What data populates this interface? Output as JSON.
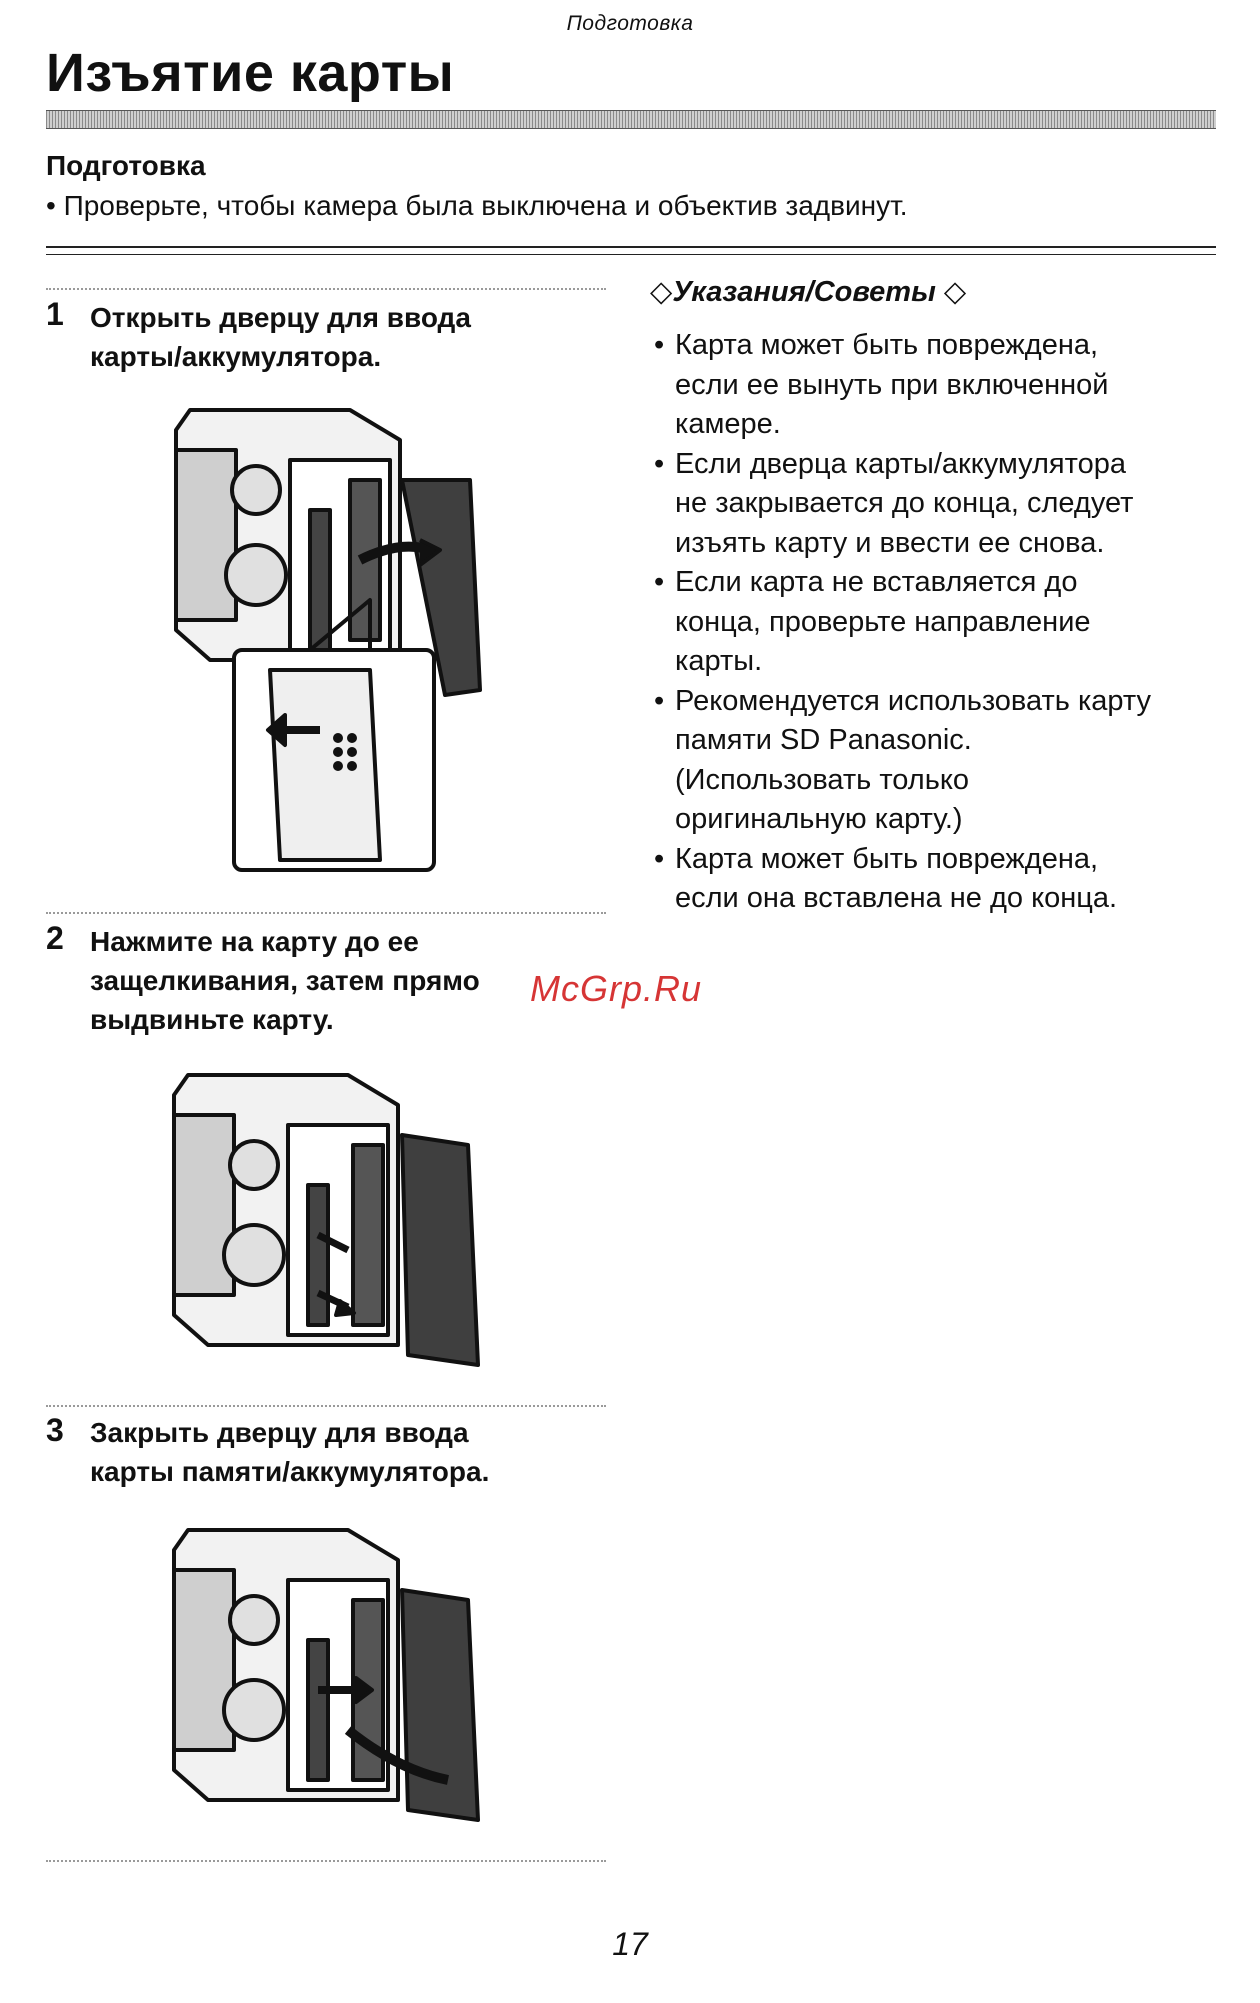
{
  "header": {
    "section": "Подготовка"
  },
  "title": "Изъятие карты",
  "preparation": {
    "heading": "Подготовка",
    "text": "• Проверьте, чтобы камера была выключена и объектив задвинут."
  },
  "steps": [
    {
      "number": "1",
      "lines": [
        "Открыть дверцу для ввода",
        "карты/аккумулятора."
      ]
    },
    {
      "number": "2",
      "lines": [
        "Нажмите на карту до ее",
        "защелкивания, затем прямо",
        "выдвиньте карту."
      ]
    },
    {
      "number": "3",
      "lines": [
        "Закрыть дверцу для ввода",
        "карты памяти/аккумулятора."
      ]
    }
  ],
  "tips": {
    "heading": "Указания/Советы",
    "items": [
      [
        "Карта может быть повреждена,",
        "если ее вынуть при включенной",
        "камере."
      ],
      [
        "Если дверца карты/аккумулятора",
        "не закрывается до конца, следует",
        "изъять карту и ввести ее снова."
      ],
      [
        "Если карта не вставляется до",
        "конца, проверьте направление",
        "карты."
      ],
      [
        "Рекомендуется использовать карту",
        "памяти SD Panasonic.",
        "(Использовать только",
        "оригинальную карту.)"
      ],
      [
        "Карта может быть повреждена,",
        "если она вставлена не до конца."
      ]
    ]
  },
  "watermark": "McGrp.Ru",
  "page_number": "17"
}
